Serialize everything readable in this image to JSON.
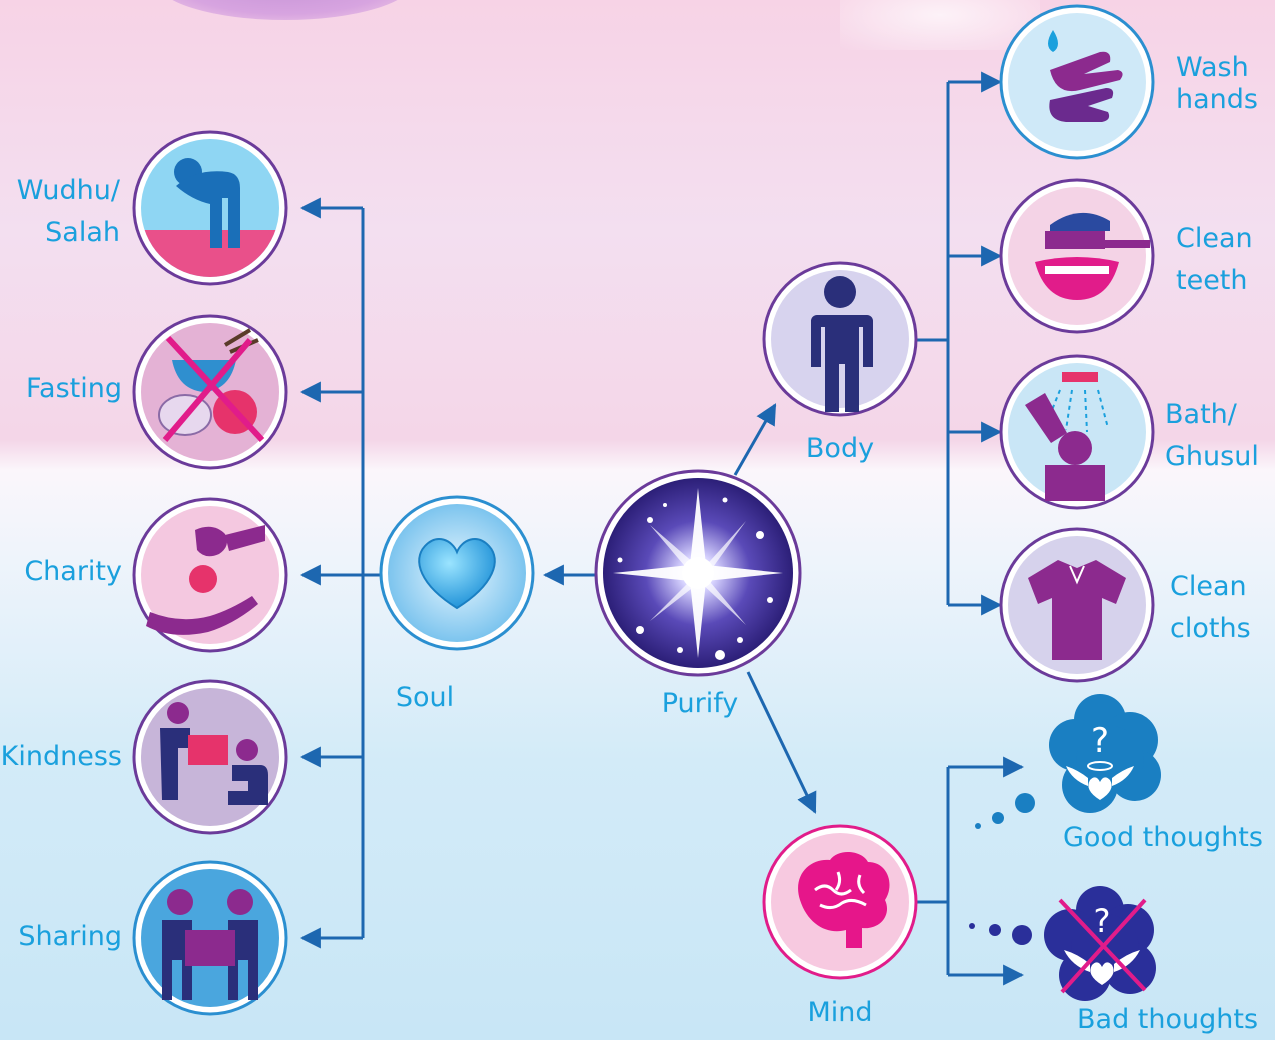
{
  "center": {
    "label": "Purify"
  },
  "branches": {
    "soul": {
      "label": "Soul"
    },
    "body": {
      "label": "Body"
    },
    "mind": {
      "label": "Mind"
    }
  },
  "soul_items": [
    {
      "label_lines": [
        "Wudhu/",
        "Salah"
      ],
      "icon": "bowing-person-icon"
    },
    {
      "label_lines": [
        "Fasting"
      ],
      "icon": "no-food-icon"
    },
    {
      "label_lines": [
        "Charity"
      ],
      "icon": "giving-coin-icon"
    },
    {
      "label_lines": [
        "Kindness"
      ],
      "icon": "helping-person-icon"
    },
    {
      "label_lines": [
        "Sharing"
      ],
      "icon": "sharing-people-icon"
    }
  ],
  "body_items": [
    {
      "label_lines": [
        "Wash",
        "hands"
      ],
      "icon": "wash-hands-icon"
    },
    {
      "label_lines": [
        "Clean",
        "teeth"
      ],
      "icon": "toothbrush-icon"
    },
    {
      "label_lines": [
        "Bath/",
        "Ghusul"
      ],
      "icon": "shower-icon"
    },
    {
      "label_lines": [
        "Clean",
        "cloths"
      ],
      "icon": "shirt-icon"
    }
  ],
  "mind_items": [
    {
      "label": "Good thoughts",
      "icon": "angel-heart-thought-icon"
    },
    {
      "label": "Bad thoughts",
      "icon": "crossed-angel-thought-icon"
    }
  ],
  "colors": {
    "label": "#1aa0dd",
    "arrow": "#1d67b0",
    "ring_purple": "#6b3b9a",
    "ring_pink": "#e11c8a",
    "ring_blue": "#2b8fd0",
    "icon_purple": "#8c2a8e",
    "icon_navy": "#2a2f7a"
  }
}
